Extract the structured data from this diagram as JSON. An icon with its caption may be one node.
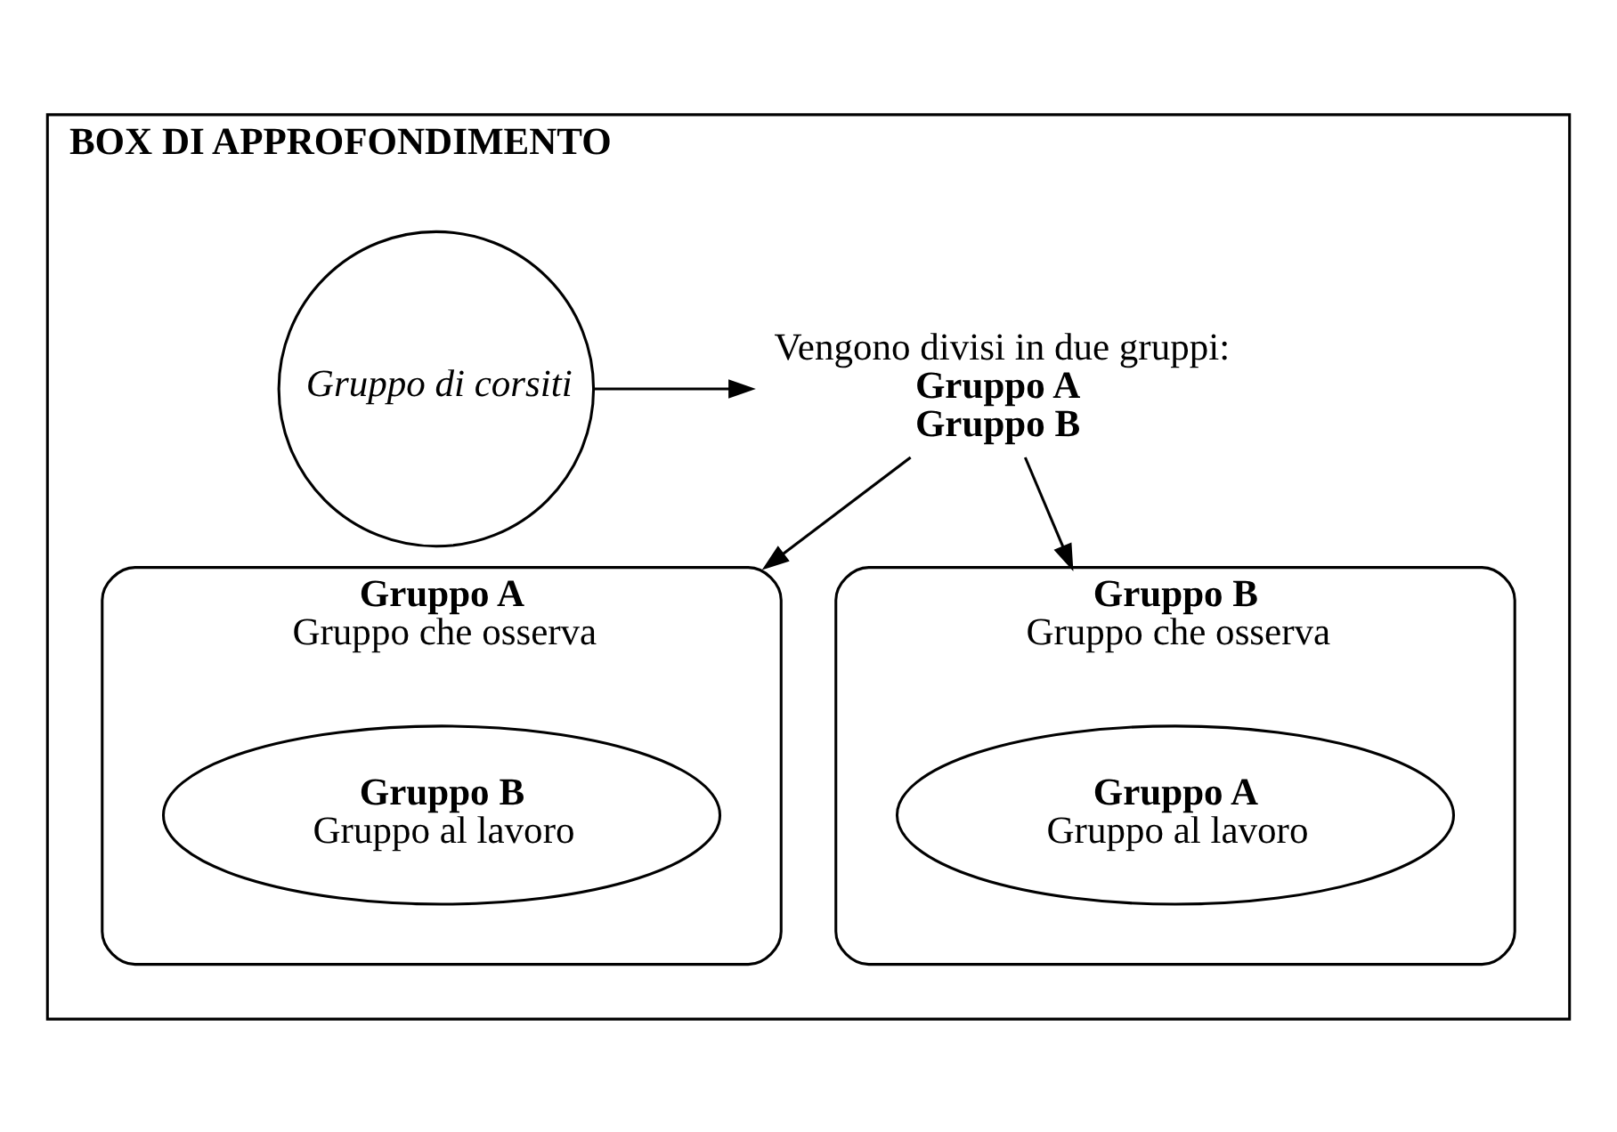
{
  "diagram": {
    "nodes": [
      {
        "text": [
          "BOX DI APPROFONDIMENTO"
        ]
      },
      {
        "text": [
          "Gruppo di corsiti"
        ],
        "in": 0
      },
      {
        "text": [
          "Vengono divisi in due gruppi:",
          "Gruppo A",
          "Gruppo B"
        ],
        "in": 0
      },
      {
        "text": [
          "Gruppo A",
          "Gruppo che osserva"
        ],
        "in": 0
      },
      {
        "text": [
          "Gruppo B",
          "Gruppo al lavoro"
        ],
        "in": 3
      },
      {
        "text": [
          "Gruppo B",
          "Gruppo che osserva"
        ],
        "in": 0
      },
      {
        "text": [
          "Gruppo A",
          "Gruppo al lavoro"
        ],
        "in": 5
      }
    ],
    "edges": [
      {
        "from": 1,
        "to": 2,
        "arrow": "to"
      },
      {
        "from": 2,
        "to": 3,
        "arrow": "to"
      },
      {
        "from": 2,
        "to": 5,
        "arrow": "to"
      }
    ]
  }
}
